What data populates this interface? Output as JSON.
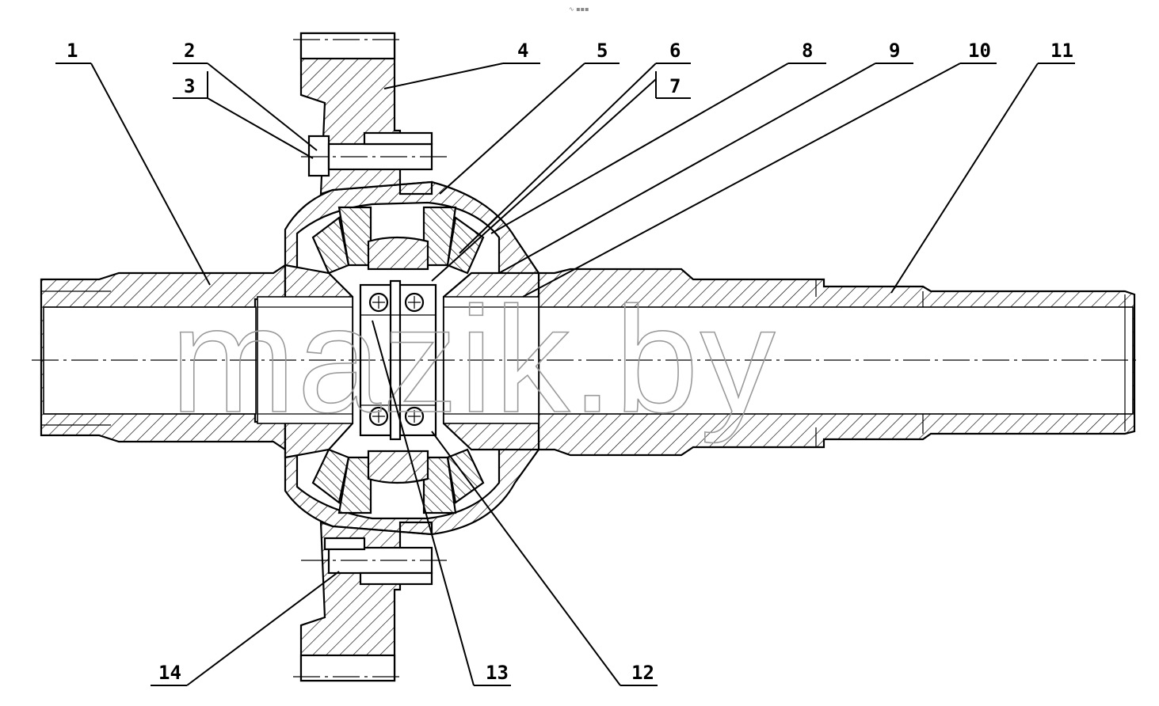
{
  "top_glyph": "∿ ▪▪▪",
  "watermark": "mazik.by",
  "callouts": {
    "c1": "1",
    "c2": "2",
    "c3": "3",
    "c4": "4",
    "c5": "5",
    "c6": "6",
    "c7": "7",
    "c8": "8",
    "c9": "9",
    "c10": "10",
    "c11": "11",
    "c12": "12",
    "c13": "13",
    "c14": "14"
  }
}
